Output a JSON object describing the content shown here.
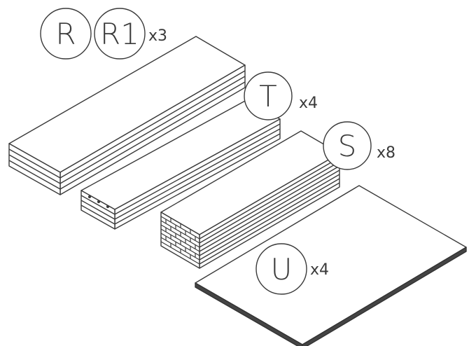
{
  "parts": [
    {
      "labels": [
        "R",
        "R1"
      ],
      "quantity": "x3"
    },
    {
      "labels": [
        "T"
      ],
      "quantity": "x4"
    },
    {
      "labels": [
        "S"
      ],
      "quantity": "x8"
    },
    {
      "labels": [
        "U"
      ],
      "quantity": "x4"
    }
  ],
  "colors": {
    "stroke": "#3a3a3a",
    "fill": "#ffffff",
    "plate_edge": "#444444"
  }
}
